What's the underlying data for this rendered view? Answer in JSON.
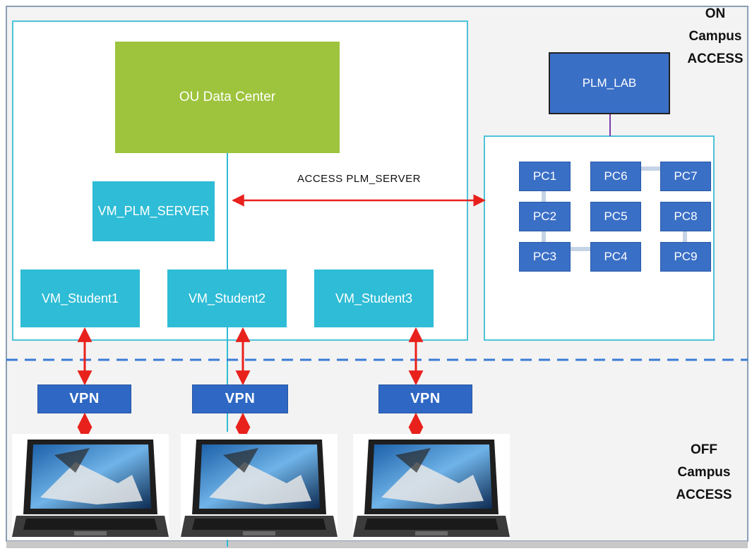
{
  "zones": {
    "on_campus": [
      "ON",
      "Campus",
      "ACCESS"
    ],
    "off_campus": [
      "OFF",
      "Campus",
      "ACCESS"
    ]
  },
  "nodes": {
    "data_center": "OU Data Center",
    "vm_plm_server": "VM_PLM_SERVER",
    "vm_students": [
      "VM_Student1",
      "VM_Student2",
      "VM_Student3"
    ],
    "plm_lab": "PLM_LAB",
    "pcs": [
      "PC1",
      "PC6",
      "PC7",
      "PC2",
      "PC5",
      "PC8",
      "PC3",
      "PC4",
      "PC9"
    ],
    "vpn": [
      "VPN",
      "VPN",
      "VPN"
    ]
  },
  "links": {
    "access_label": "ACCESS PLM_SERVER"
  },
  "colors": {
    "data_center": "#9dc43c",
    "vm": "#2ebcd6",
    "pc": "#3a6fc6",
    "vpn": "#2f68c4",
    "arrow": "#e8211c",
    "container_border": "#4ec3d8",
    "dashed_divider": "#3a7bd5"
  }
}
